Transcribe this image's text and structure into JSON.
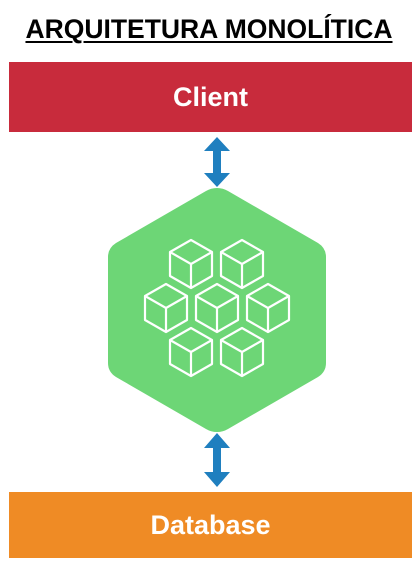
{
  "title": "ARQUITETURA MONOLÍTICA",
  "client_label": "Client",
  "database_label": "Database",
  "colors": {
    "client": "#c82b3c",
    "database": "#ef8b25",
    "core": "#6dd676",
    "arrow": "#1f7fbf"
  },
  "icons": {
    "top_arrow": "double-arrow-vertical-icon",
    "bottom_arrow": "double-arrow-vertical-icon",
    "core": "hexagon-cube-cluster-icon"
  }
}
